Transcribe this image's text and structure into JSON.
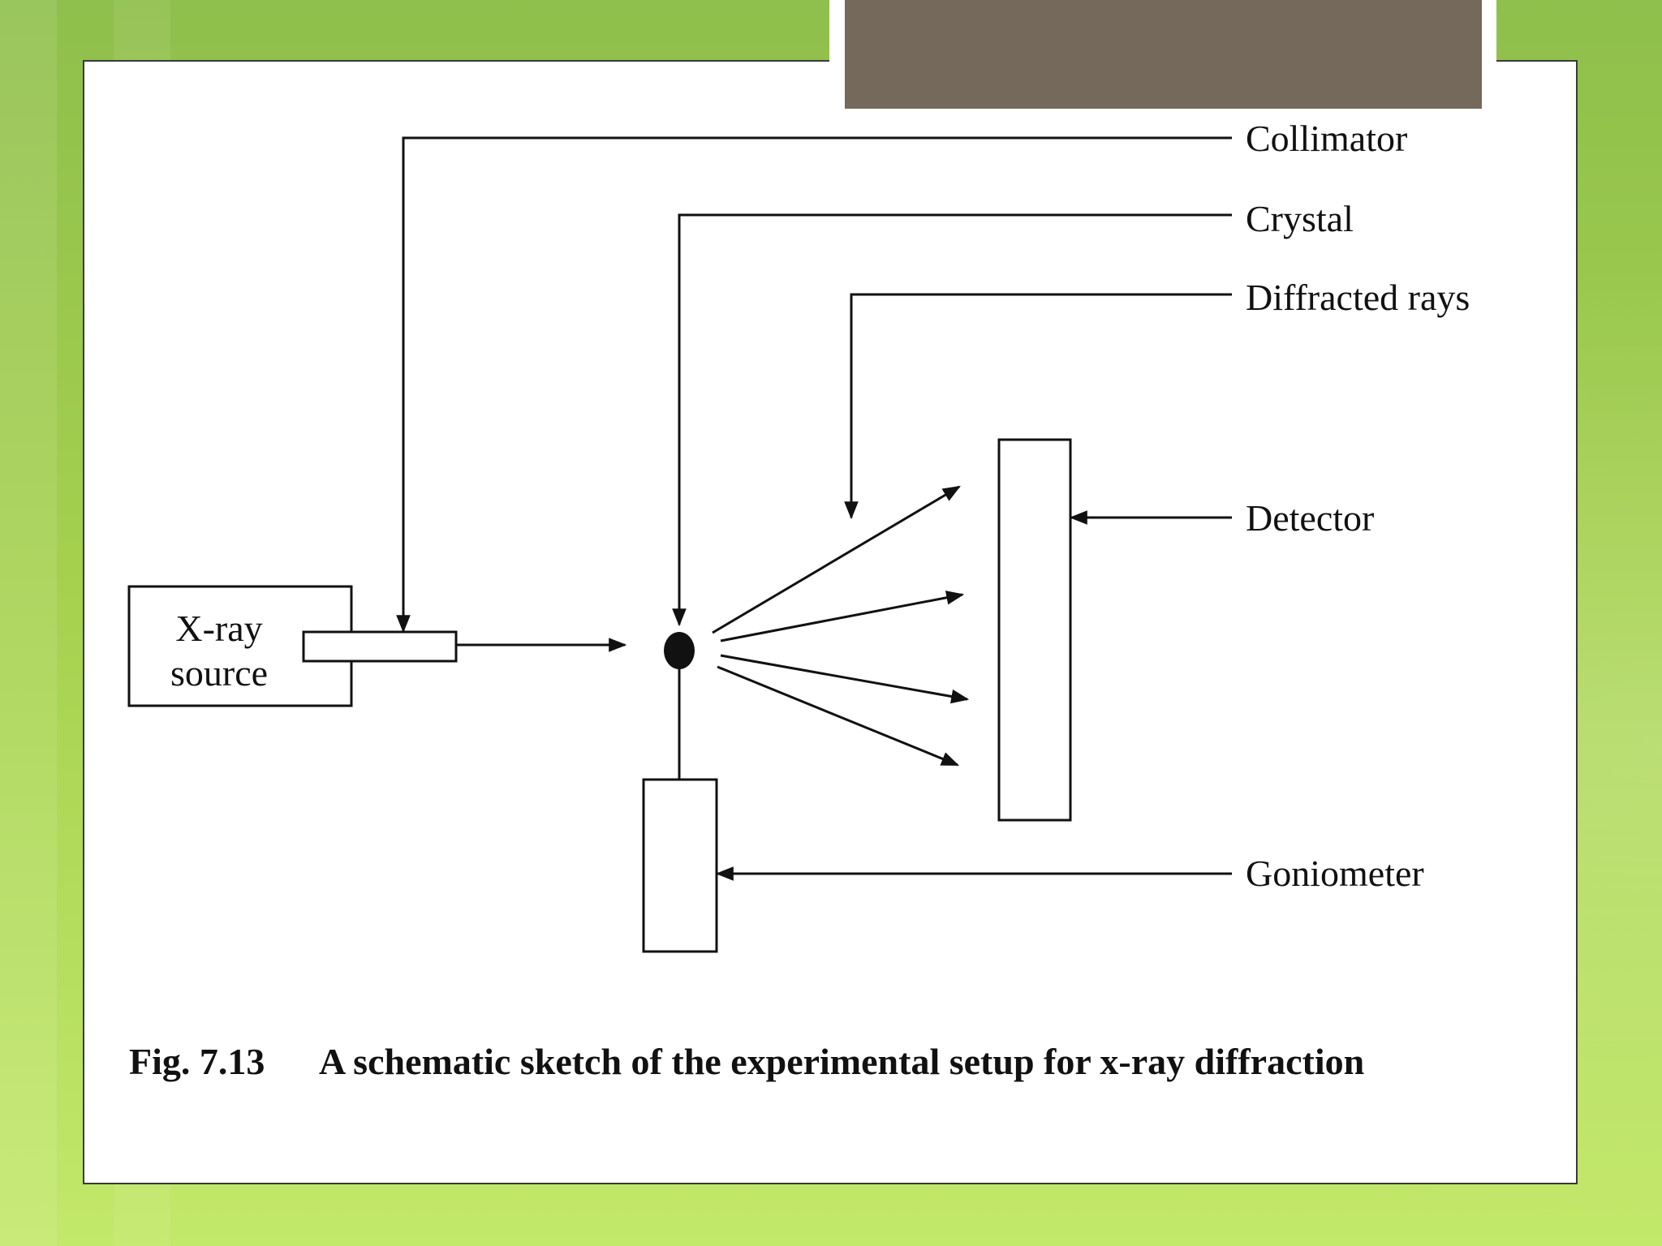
{
  "labels": {
    "collimator": "Collimator",
    "crystal": "Crystal",
    "diffracted_rays": "Diffracted rays",
    "detector": "Detector",
    "goniometer": "Goniometer",
    "xray_source_line1": "X-ray",
    "xray_source_line2": "source"
  },
  "caption": {
    "number": "Fig. 7.13",
    "text": "A schematic sketch of the experimental setup for x-ray diffraction"
  },
  "colors": {
    "background": "#a4d04e",
    "title_tab": "#75695c",
    "panel": "#ffffff",
    "ink": "#111111"
  }
}
